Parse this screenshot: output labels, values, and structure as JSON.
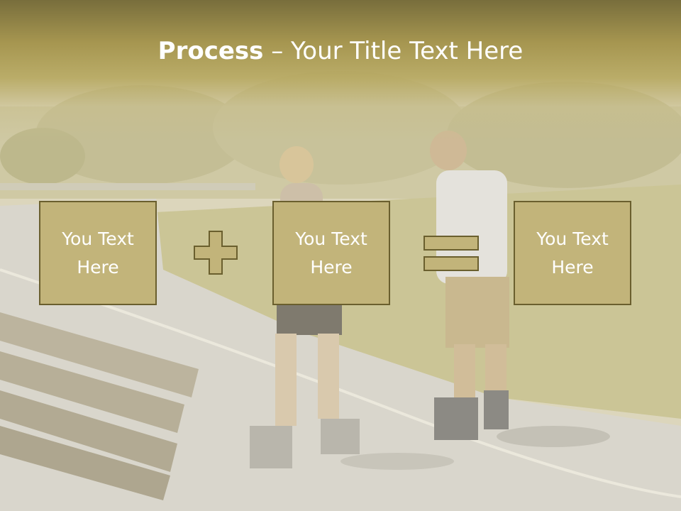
{
  "title": {
    "bold": "Process",
    "dash": " – ",
    "rest": "Your Title Text Here"
  },
  "boxes": [
    {
      "label": "You Text Here"
    },
    {
      "label": "You Text Here"
    },
    {
      "label": "You Text Here"
    }
  ],
  "operators": {
    "first": "plus-icon",
    "second": "equals-icon"
  },
  "colors": {
    "title_band": "#a6964f",
    "box_fill": "#c2b47a",
    "box_border": "#6a5f2e",
    "text": "#ffffff"
  }
}
